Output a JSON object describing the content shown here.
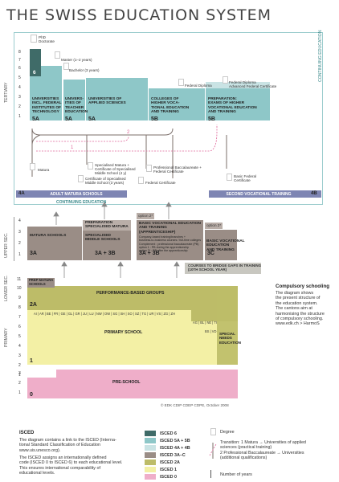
{
  "title": "THE SWISS EDUCATION SYSTEM",
  "colors": {
    "isced6": "#3f6b68",
    "isced5": "#8ec7c8",
    "isced4": "#c9e3e4",
    "isced3": "#9a8d86",
    "isced2": "#bdbc68",
    "isced1": "#f3f0a5",
    "isced0": "#efaec9",
    "frame_tertiary": "#7fb7b8",
    "band_4": "#7e85b3"
  },
  "sections": {
    "tertiary": "TERTIARY",
    "upper_sec": "UPPER SEC.",
    "lower_sec": "LOWER SEC.",
    "primary": "PRIMARY",
    "continuing_education_side": "CONTINUING EDUCATION",
    "continuing_education_bottom": "CONTINUING EDUCATION"
  },
  "tertiary": {
    "phd": "PhD\nDoctorate",
    "master": "Master (1–2 years)",
    "bachelor": "Bachelor (3 years)",
    "federal_diploma": "Federal Diploma",
    "adv_federal": "Federal Diploma\nAdvanced Federal Certificate",
    "inst_universities": "UNIVERSITIES\nINCL. FEDERAL\nINSTITUTES OF\nTECHNOLOGY",
    "inst_teacher": "UNIVERS-\nITIES OF\nTEACHER\nEDUCATION",
    "inst_applied": "UNIVERSITIES OF\nAPPLIED SCIENCES",
    "inst_colleges": "COLLEGES OF\nHIGHER VOCA-\nTIONAL EDUCATION\nAND TRAINING",
    "inst_exams": "PREPARATION:\nEXAMS OF HIGHER\nVOCATIONAL EDUCATION\nAND TRAINING",
    "code_6": "6",
    "code_5a_1": "5A",
    "code_5a_2": "5A",
    "code_5a_3": "5A",
    "code_5b_1": "5B",
    "code_5b_2": "5B",
    "route1": "1",
    "route2": "2",
    "matura": "Matura",
    "spec_matura": "Specialised Matura +\nCertificate of Specialised\nMiddle School (4 y)",
    "cert_spec": "Certificate of Specialised\nMiddle School (3 years)",
    "prof_bacc": "Professional Baccalaureate +\nFederal Certificate",
    "fed_cert": "Federal Certificate",
    "basic_fed": "Basic Federal\nCertificate",
    "adult_matura": "ADULT MATURA SCHOOLS",
    "second_vocational": "SECOND VOCATIONAL TRAINING",
    "code_4a": "4A",
    "code_4b": "4B"
  },
  "upper": {
    "option2_a": "option 2*",
    "option2_b": "option 2*",
    "matura_schools": "MATURA SCHOOLS",
    "prep_spec": "PREPARATION\nSPECIALISED MATURA",
    "spec_middle": "SPECIALISED\nMIDDLE SCHOOLS",
    "basic_vet": "BASIC VOCATIONAL EDUCATION\nAND TRAINING\n(APPRENTICESHIP)",
    "vet_detail": "Company-based training/branches +\nbusiness-to-business courses / full-time colleges\nComplement : professional baccalaureate (PB)\noption 1 : PB during the apprenticeship\noption 2* : PB after the apprenticeship",
    "basic_vet_2": "BASIC VOCATIONAL\nEDUCATION\nAND TRAINING",
    "code_3a": "3A",
    "code_3a3b": "3A + 3B",
    "code_3a3b_2": "3A + 3B",
    "code_3c": "3C",
    "bridge": "COURSES TO BRIDGE GAPS IN TRAINING\n(10TH SCHOOL YEAR)"
  },
  "lower": {
    "prep_matura": "PREP MATURA\nSCHOOLS",
    "perf_groups": "PERFORMANCE-BASED GROUPS",
    "code_2a": "2A",
    "cantons": "AI | AR | BE | FR | GE | GL | GR | JU | LU | NW | OW | SG | SH | SO | SZ | TG | UR | VS | ZG | ZH",
    "cantons_2": "AG | BL | NE | TI",
    "cantons_3": "BS | VD",
    "primary_school": "PRIMARY SCHOOL",
    "special_needs": "SPECIAL\nNEEDS\nEDUCATION",
    "code_1": "1",
    "pre_school": "PRE-SCHOOL",
    "code_0": "0",
    "copyright": "© EDK CDIP CDEP CDPE, October 2008"
  },
  "scale_top": [
    "8",
    "7",
    "6",
    "5",
    "4",
    "3",
    "2",
    "1"
  ],
  "scale_upper": [
    "4",
    "3",
    "2",
    "1"
  ],
  "scale_lower": [
    "11",
    "10",
    "9",
    "8",
    "7",
    "6",
    "5",
    "4",
    "3",
    "2",
    "1"
  ],
  "scale_pre": [
    "3",
    "2",
    "1"
  ],
  "compulsory": {
    "heading": "Compulsory schooling",
    "body": "The diagram shows\nthe present structure of\nthe education system.\nThe cantons aim at\nharmonising the structure\nof compulsory schooling.\nwww.edk.ch > HarmoS"
  },
  "isced": {
    "heading": "ISCED",
    "body1": "The diagram contains a link to the ISCED (Interna-\ntional Standard Classification of Education\nwww.uis.unesco.org).",
    "body2": "The ISCED assigns an internationally defined\ncode (ISCED 0 to ISCED 6) to each educational level.\nThis ensures international comparability of\neducational levels."
  },
  "legend": [
    {
      "label": "ISCED 6",
      "color": "#3f6b68"
    },
    {
      "label": "ISCED 5A + 5B",
      "color": "#8ec7c8"
    },
    {
      "label": "ISCED 4A + 4B",
      "color": "#c9e3e4"
    },
    {
      "label": "ISCED 3A–C",
      "color": "#9a8d86"
    },
    {
      "label": "ISCED 2A",
      "color": "#bdbc68"
    },
    {
      "label": "ISCED 1",
      "color": "#f3f0a5"
    },
    {
      "label": "ISCED 0",
      "color": "#efaec9"
    }
  ],
  "legend_right": {
    "degree": "Degree",
    "transition": "Transition: 1 Matura → Universities of applied\nsciences (practical training)\n2 Professional Baccalaureate → Universities\n(additional qualifications)",
    "years": "Number of years"
  }
}
